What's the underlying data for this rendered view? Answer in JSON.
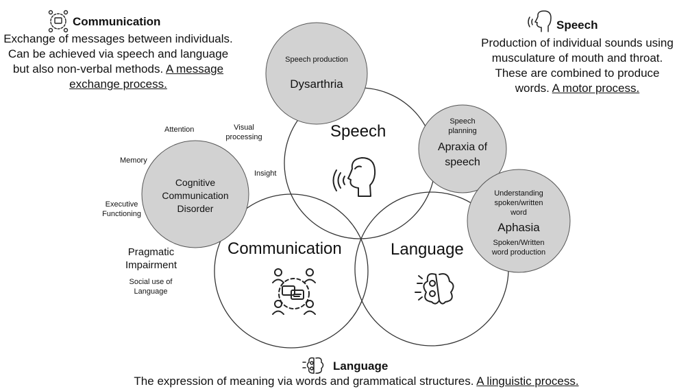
{
  "definitions": {
    "communication": {
      "title": "Communication",
      "text": "Exchange of  messages between individuals. Can be achieved via speech and language but also non-verbal methods.",
      "emphasis": "A message exchange process.",
      "icon": "people-chat-icon"
    },
    "speech": {
      "title": "Speech",
      "text": "Production of individual sounds using musculature of mouth and throat. These are combined to produce words.",
      "emphasis": "A motor process.",
      "icon": "speaking-head-icon"
    },
    "language": {
      "title": "Language",
      "text": "The expression of meaning via words and grammatical structures.",
      "emphasis": "A linguistic process.",
      "icon": "brain-gears-icon"
    }
  },
  "venn": {
    "speech": {
      "label": "Speech",
      "icon": "speaking-head-icon"
    },
    "communication": {
      "label": "Communication",
      "icon": "people-chat-icon"
    },
    "language": {
      "label": "Language",
      "icon": "brain-gears-icon"
    }
  },
  "disorders": {
    "dysarthria": {
      "caption": "Speech production",
      "name": "Dysarthria"
    },
    "apraxia": {
      "caption": "Speech planning",
      "name": "Apraxia of speech"
    },
    "aphasia": {
      "caption_top": "Understanding spoken/written word",
      "name": "Aphasia",
      "caption_bottom": "Spoken/Written word production"
    },
    "cognitive": {
      "name": "Cognitive Communication Disorder"
    }
  },
  "cognitive_labels": {
    "attention": "Attention",
    "visual_processing": "Visual processing",
    "memory": "Memory",
    "insight": "Insight",
    "executive_functioning": "Executive Functioning"
  },
  "pragmatic": {
    "title": "Pragmatic Impairment",
    "subtitle": "Social use of Language"
  },
  "colors": {
    "disorder_fill": "#d2d2d2",
    "stroke": "#333333"
  }
}
